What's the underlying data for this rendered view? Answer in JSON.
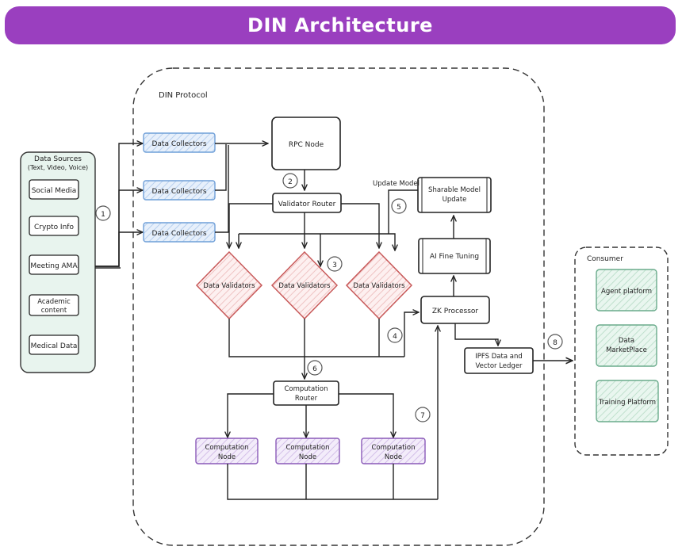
{
  "title": "DIN Architecture",
  "protocol_label": "DIN Protocol",
  "data_sources": {
    "title_line1": "Data Sources",
    "title_line2": "(Text, Video, Voice)",
    "items": [
      "Social Media",
      "Crypto Info",
      "Meeting AMA",
      "Academic content",
      "Medical Data"
    ]
  },
  "collectors": [
    "Data Collectors",
    "Data Collectors",
    "Data Collectors"
  ],
  "rpc_node": "RPC Node",
  "validator_router": "Validator Router",
  "validators": [
    "Data Validators",
    "Data Validators",
    "Data Validators"
  ],
  "update_model_label": "Update Model",
  "sharable_model": {
    "line1": "Sharable Model",
    "line2": "Update"
  },
  "ai_fine_tuning": "AI Fine Tuning",
  "zk_processor": "ZK Processor",
  "ipfs": {
    "line1": "IPFS Data and",
    "line2": "Vector Ledger"
  },
  "computation_router": {
    "line1": "Computation",
    "line2": "Router"
  },
  "computation_nodes": [
    {
      "line1": "Computation",
      "line2": "Node"
    },
    {
      "line1": "Computation",
      "line2": "Node"
    },
    {
      "line1": "Computation",
      "line2": "Node"
    }
  ],
  "consumer": {
    "title": "Consumer",
    "items": [
      {
        "line1": "Agent platform",
        "line2": ""
      },
      {
        "line1": "Data",
        "line2": "MarketPlace"
      },
      {
        "line1": "Training Platform",
        "line2": ""
      }
    ]
  },
  "step_numbers": [
    "1",
    "2",
    "3",
    "4",
    "5",
    "6",
    "7",
    "8"
  ],
  "colors": {
    "banner": "#9a3fbf",
    "collector_fill": "#dbe8f8",
    "collector_stroke": "#6f9fd8",
    "validator_fill": "#fbe3e3",
    "validator_stroke": "#c85a5a",
    "node_fill": "#ece1f6",
    "node_stroke": "#8a5ab8",
    "consumer_fill": "#dff3ea",
    "consumer_stroke": "#6aab8c"
  }
}
